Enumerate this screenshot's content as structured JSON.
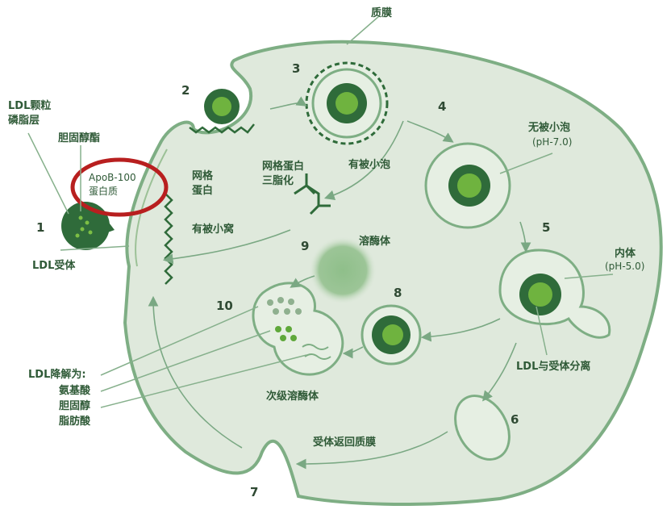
{
  "title": "LDL receptor-mediated endocytosis",
  "labels": {
    "plasma_membrane": "质膜",
    "ldl_particle": "LDL颗粒",
    "phospholipid_layer": "磷脂层",
    "cholesteryl_ester": "胆固醇酯",
    "apob_line1": "ApoB-100",
    "apob_line2": "蛋白质",
    "clathrin_line1": "网格",
    "clathrin_line2": "蛋白",
    "coated_pit": "有被小窝",
    "ldl_receptor": "LDL受体",
    "coated_vesicle": "有被小泡",
    "triskelion_line1": "网格蛋白",
    "triskelion_line2": "三脂化",
    "uncoated_vesicle": "无被小泡",
    "uncoated_ph": "(pH-7.0)",
    "endosome": "内体",
    "endosome_ph": "(pH-5.0)",
    "ldl_receptor_separation": "LDL与受体分离",
    "receptor_return": "受体返回质膜",
    "lysosome": "溶酶体",
    "secondary_lysosome": "次级溶酶体",
    "ldl_degraded": "LDL降解为:",
    "amino_acids": "氨基酸",
    "cholesterol": "胆固醇",
    "fatty_acids": "脂肪酸"
  },
  "steps": [
    "1",
    "2",
    "3",
    "4",
    "5",
    "6",
    "7",
    "8",
    "9",
    "10"
  ],
  "colors": {
    "highlight": "#b81f1f",
    "cell": "#dfe9dc",
    "membrane": "#7eae84",
    "ldl": "#2f6b3a",
    "core": "#6fb33f"
  }
}
